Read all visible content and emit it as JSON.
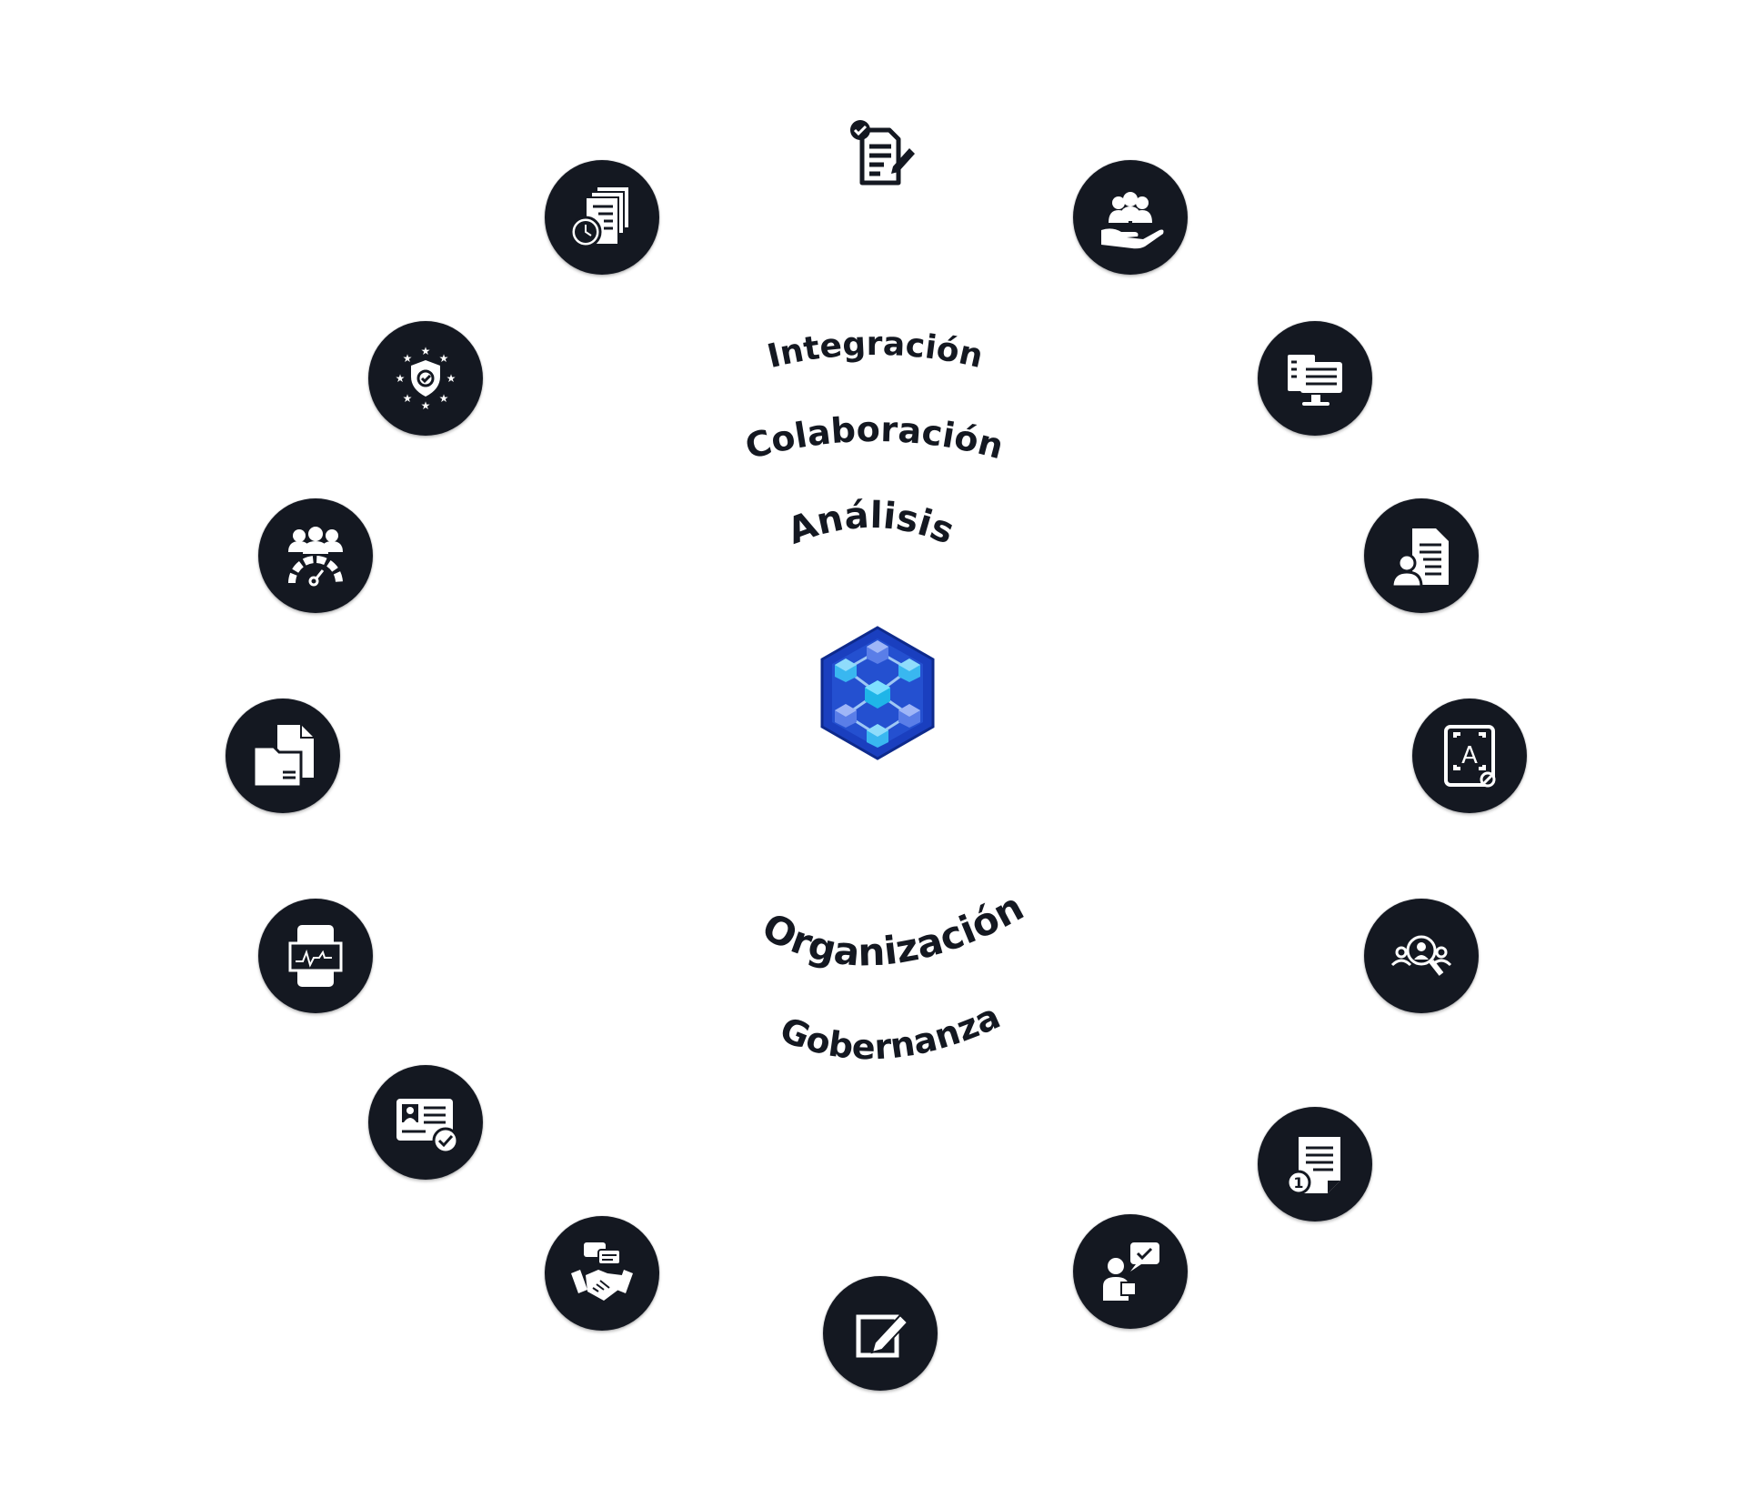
{
  "keywords": {
    "integracion": "Integración",
    "colaboracion": "Colaboración",
    "analisis": "Análisis",
    "organizacion": "Organización",
    "gobernanza": "Gobernanza"
  },
  "colors": {
    "node_fill": "#141821",
    "icon_stroke": "#ffffff",
    "logo_dark": "#1235a8",
    "logo_light": "#39b7f0"
  },
  "icons": [
    {
      "name": "document-checklist-edit-icon"
    },
    {
      "name": "team-care-hand-icon"
    },
    {
      "name": "computer-document-icon"
    },
    {
      "name": "user-document-icon"
    },
    {
      "name": "ocr-text-recognition-icon"
    },
    {
      "name": "user-search-icon"
    },
    {
      "name": "numbered-document-icon"
    },
    {
      "name": "support-chat-approval-icon"
    },
    {
      "name": "edit-note-icon"
    },
    {
      "name": "handshake-chat-icon"
    },
    {
      "name": "id-card-verified-icon"
    },
    {
      "name": "mobile-signature-icon"
    },
    {
      "name": "folder-file-icon"
    },
    {
      "name": "team-performance-gauge-icon"
    },
    {
      "name": "security-shield-stars-icon"
    },
    {
      "name": "documents-clock-icon"
    },
    {
      "name": "blockchain-cube-logo"
    }
  ]
}
